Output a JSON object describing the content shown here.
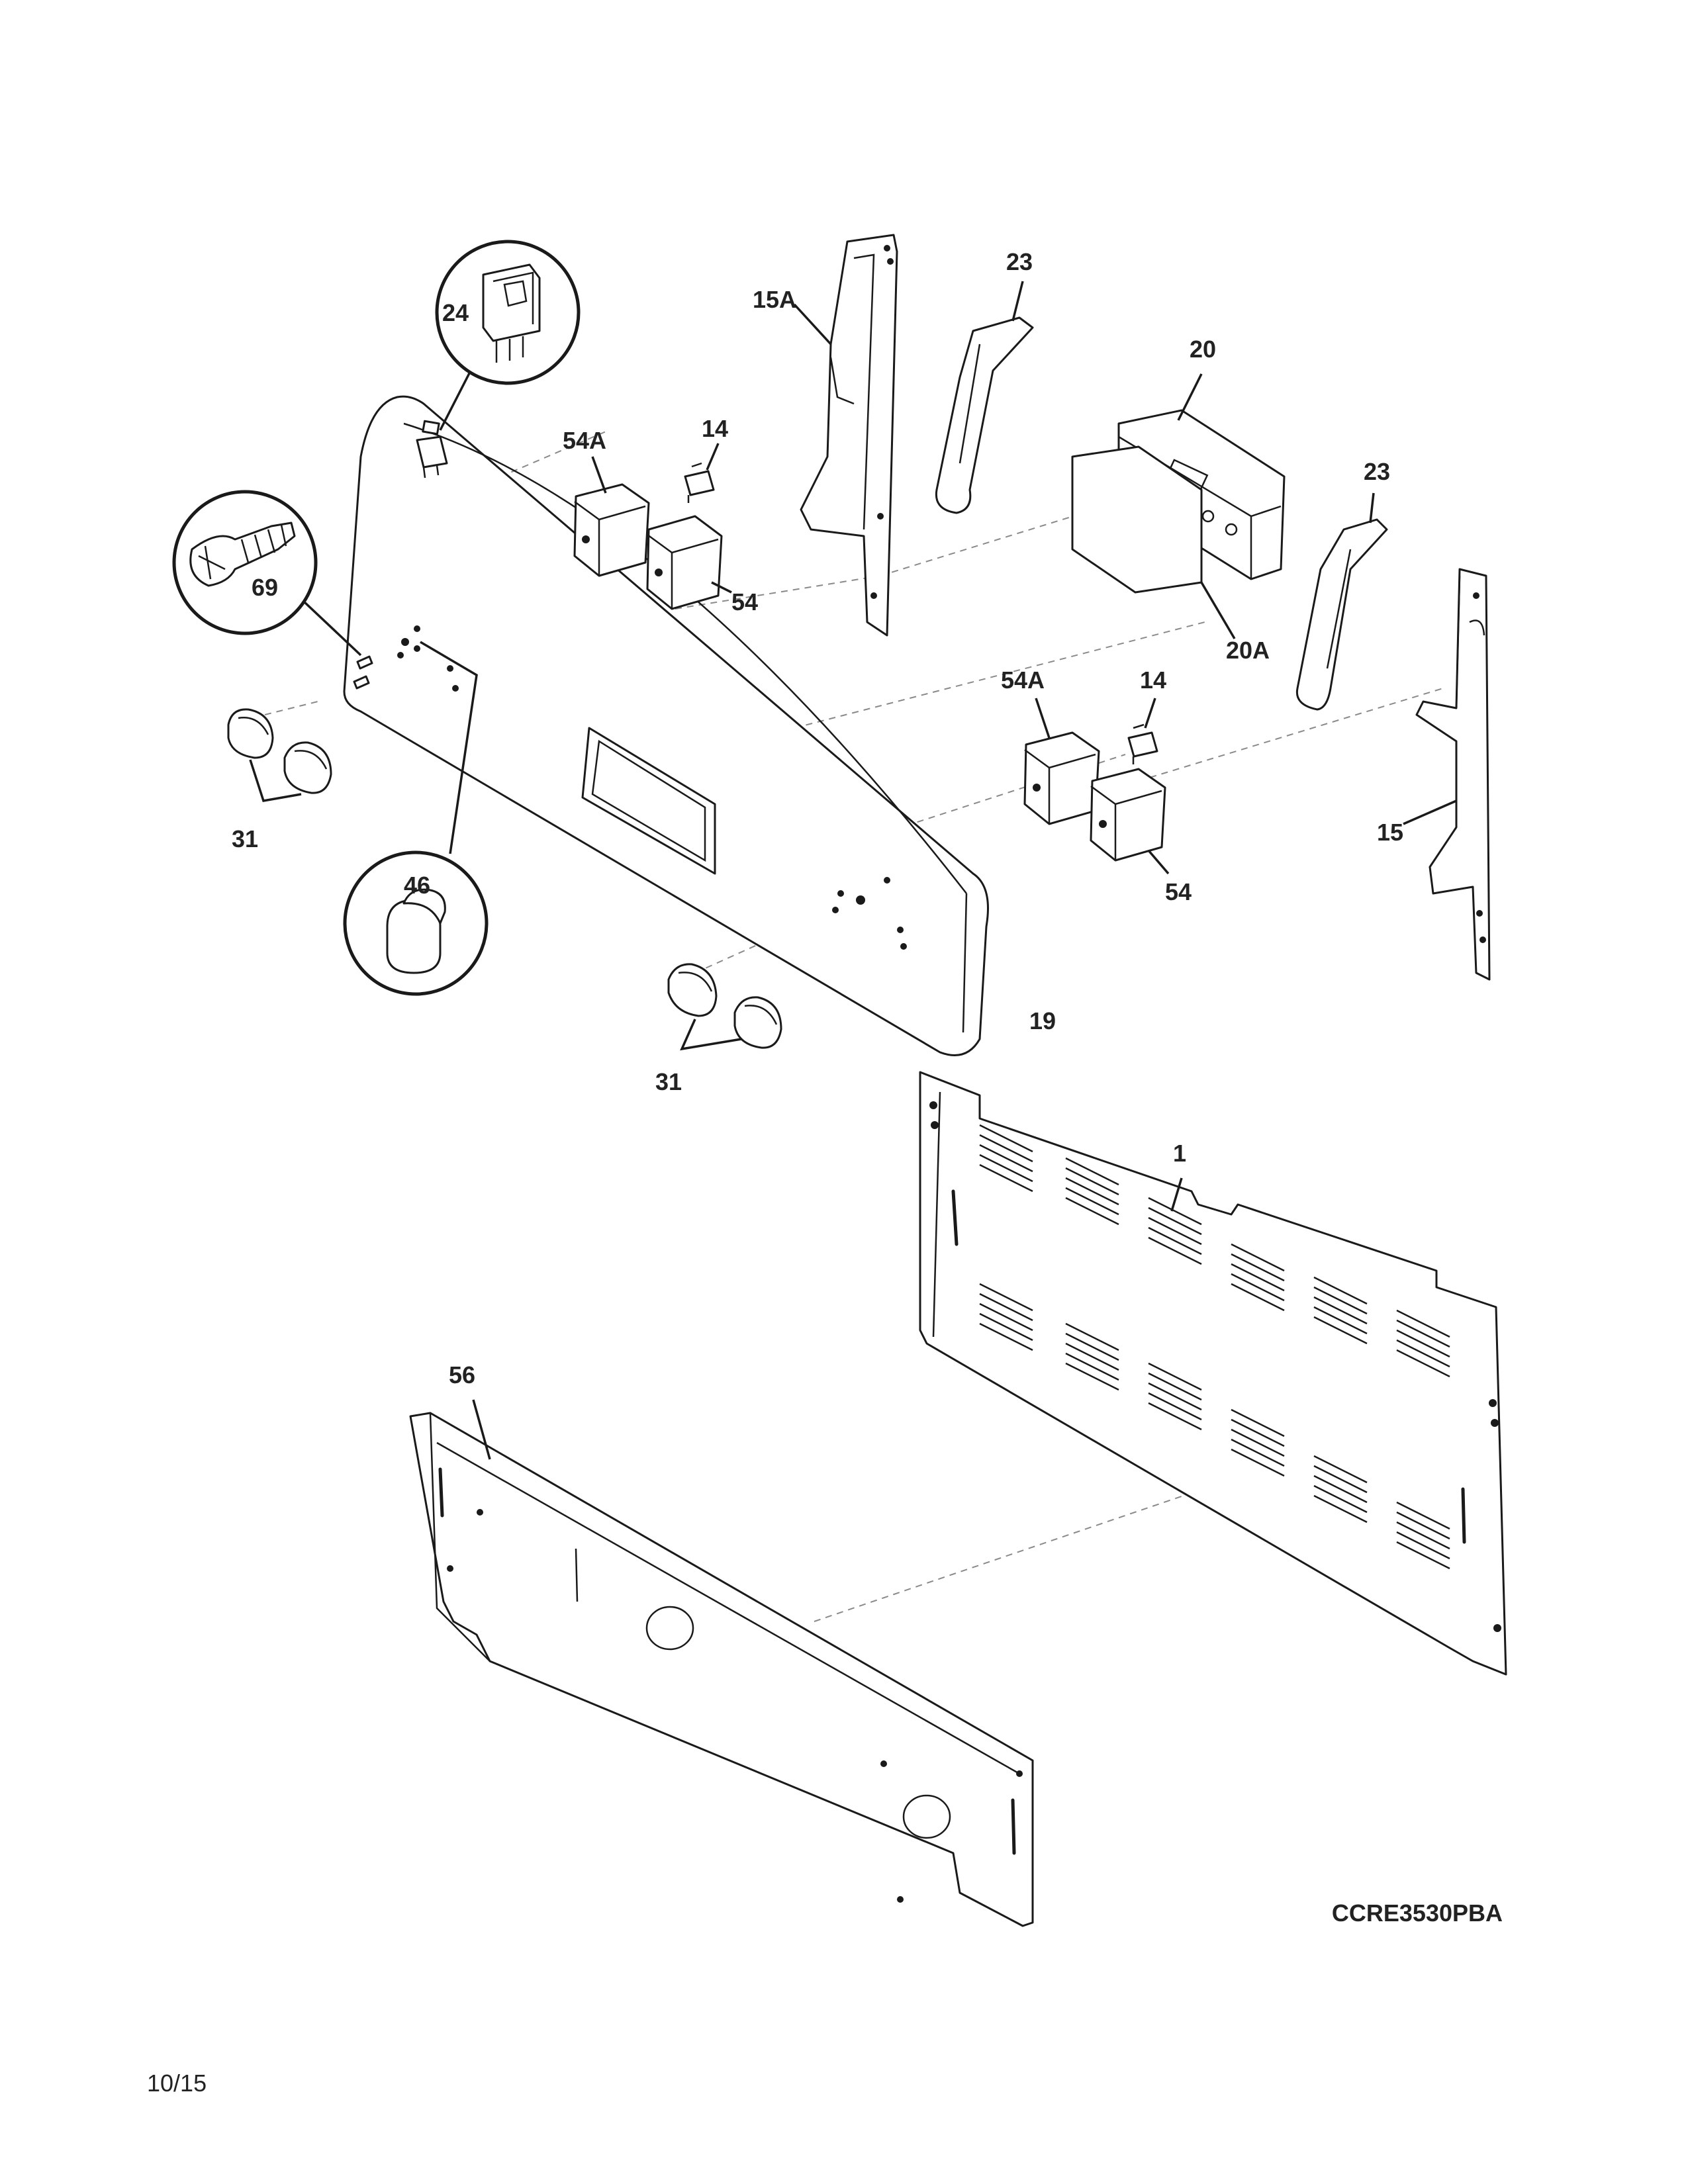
{
  "diagram": {
    "model_code": "CCRE3530PBA",
    "date_code": "10/15",
    "part_labels": {
      "p1": "1",
      "p14a": "14",
      "p14b": "14",
      "p15": "15",
      "p15a": "15A",
      "p19": "19",
      "p20": "20",
      "p20a": "20A",
      "p23a": "23",
      "p23b": "23",
      "p24": "24",
      "p31a": "31",
      "p31b": "31",
      "p46": "46",
      "p54a": "54",
      "p54b": "54",
      "p54Aa": "54A",
      "p54Ab": "54A",
      "p56": "56",
      "p69": "69"
    }
  }
}
